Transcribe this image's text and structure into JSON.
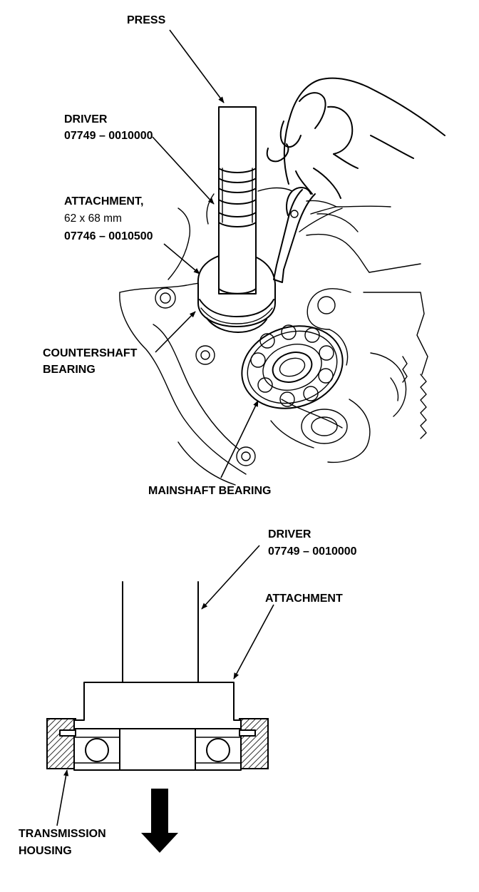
{
  "top_figure": {
    "press": "PRESS",
    "driver": {
      "name": "DRIVER",
      "part_no": "07749 – 0010000"
    },
    "attachment": {
      "name": "ATTACHMENT,",
      "size": "62 x 68 mm",
      "part_no": "07746 – 0010500"
    },
    "countershaft_bearing": {
      "line1": "COUNTERSHAFT",
      "line2": "BEARING"
    },
    "mainshaft_bearing": "MAINSHAFT BEARING"
  },
  "bottom_figure": {
    "driver": {
      "name": "DRIVER",
      "part_no": "07749 – 0010000"
    },
    "attachment": "ATTACHMENT",
    "transmission_housing": {
      "line1": "TRANSMISSION",
      "line2": "HOUSING"
    }
  },
  "colors": {
    "ink": "#000000",
    "paper": "#ffffff"
  }
}
